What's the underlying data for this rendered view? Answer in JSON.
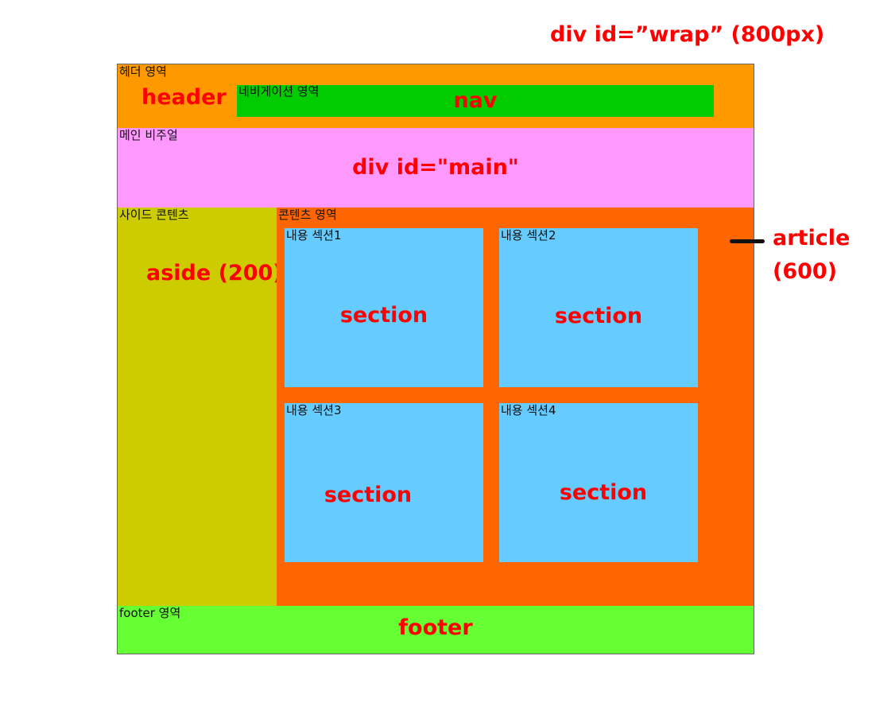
{
  "title": "div id=”wrap”  (800px)",
  "colors": {
    "header": "#ff9900",
    "nav": "#00cc00",
    "main": "#ff99ff",
    "aside": "#cccc00",
    "article": "#ff6600",
    "section": "#66ccff",
    "footer": "#66ff33",
    "annotation": "#ff0000",
    "pointer": "#111111"
  },
  "header": {
    "kor": "헤더 영역",
    "label": "header"
  },
  "nav": {
    "kor": "네비게이션 영역",
    "label": "nav"
  },
  "main": {
    "kor": "메인 비주얼",
    "label": "div id=\"main\""
  },
  "aside": {
    "kor": "사이드 콘텐츠",
    "label": "aside (200)"
  },
  "article": {
    "kor": "콘텐츠 영역",
    "label_line1": "article",
    "label_line2": "(600)"
  },
  "sections": [
    {
      "kor": "내용 섹션1",
      "label": "section"
    },
    {
      "kor": "내용 섹션2",
      "label": "section"
    },
    {
      "kor": "내용 섹션3",
      "label": "section"
    },
    {
      "kor": "내용 섹션4",
      "label": "section"
    }
  ],
  "footer": {
    "kor": "footer 영역",
    "label": "footer"
  }
}
